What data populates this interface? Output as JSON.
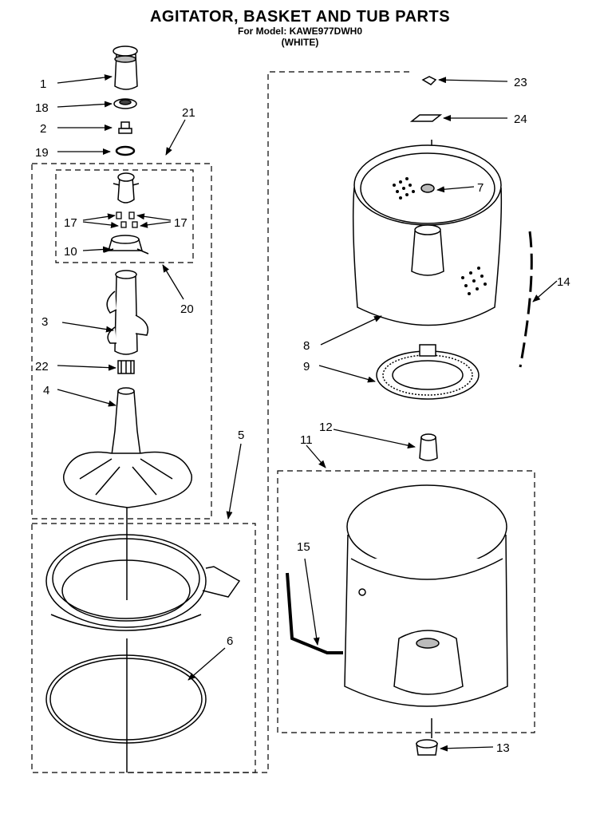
{
  "header": {
    "title": "AGITATOR, BASKET AND TUB PARTS",
    "model_line": "For Model: KAWE977DWH0",
    "color_line": "(WHITE)"
  },
  "callouts": {
    "c1": "1",
    "c18": "18",
    "c2": "2",
    "c19": "19",
    "c21": "21",
    "c17a": "17",
    "c17b": "17",
    "c10": "10",
    "c20": "20",
    "c3": "3",
    "c22": "22",
    "c4": "4",
    "c5": "5",
    "c6": "6",
    "c23": "23",
    "c24": "24",
    "c7": "7",
    "c14": "14",
    "c8": "8",
    "c9": "9",
    "c12": "12",
    "c11": "11",
    "c15": "15",
    "c13": "13"
  }
}
